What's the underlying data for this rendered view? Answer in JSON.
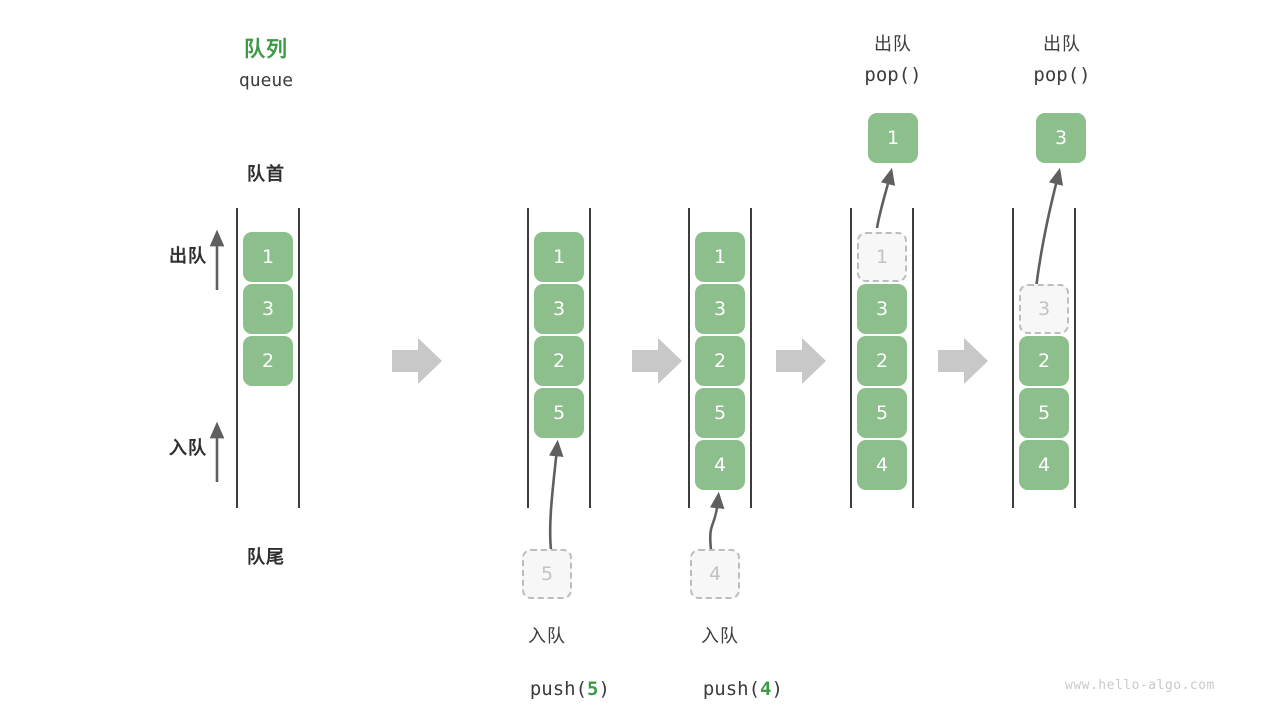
{
  "diagram": {
    "title_cn": "队列",
    "title_en": "queue",
    "head_label": "队首",
    "tail_label": "队尾",
    "dequeue_label": "出队",
    "enqueue_label": "入队",
    "watermark": "www.hello-algo.com",
    "colors": {
      "cell_fill": "#8cbf8c",
      "cell_text": "#ffffff",
      "ghost_fill": "#f7f7f7",
      "ghost_border": "#bdbdbd",
      "ghost_text": "#c2c2c2",
      "accent_green": "#3f9a48",
      "rail": "#3c3c3c",
      "arrow_gray": "#5f5f5f",
      "step_arrow": "#c8c8c8",
      "text": "#3c3c3c"
    }
  },
  "steps": [
    {
      "id": "initial",
      "top_label_cn": "",
      "top_label_code": "",
      "bottom_label_cn": "",
      "bottom_label_code": "",
      "cells": [
        "1",
        "3",
        "2"
      ],
      "ghost_index": -1,
      "incoming_value": "",
      "popped_value": ""
    },
    {
      "id": "push-5",
      "top_label_cn": "",
      "top_label_code": "",
      "bottom_label_cn": "入队",
      "bottom_label_code": "push(5)",
      "bottom_label_code_prefix": "push(",
      "bottom_label_code_value": "5",
      "bottom_label_code_suffix": ")",
      "cells": [
        "1",
        "3",
        "2",
        "5"
      ],
      "ghost_index": -1,
      "incoming_value": "5",
      "popped_value": ""
    },
    {
      "id": "push-4",
      "top_label_cn": "",
      "top_label_code": "",
      "bottom_label_cn": "入队",
      "bottom_label_code": "push(4)",
      "bottom_label_code_prefix": "push(",
      "bottom_label_code_value": "4",
      "bottom_label_code_suffix": ")",
      "cells": [
        "1",
        "3",
        "2",
        "5",
        "4"
      ],
      "ghost_index": -1,
      "incoming_value": "4",
      "popped_value": ""
    },
    {
      "id": "pop-1",
      "top_label_cn": "出队",
      "top_label_code": "pop()",
      "bottom_label_cn": "",
      "bottom_label_code": "",
      "cells": [
        "1",
        "3",
        "2",
        "5",
        "4"
      ],
      "ghost_index": 0,
      "incoming_value": "",
      "popped_value": "1"
    },
    {
      "id": "pop-3",
      "top_label_cn": "出队",
      "top_label_code": "pop()",
      "bottom_label_cn": "",
      "bottom_label_code": "",
      "cells": [
        "3",
        "2",
        "5",
        "4"
      ],
      "ghost_index": 0,
      "incoming_value": "",
      "popped_value": "3"
    }
  ]
}
